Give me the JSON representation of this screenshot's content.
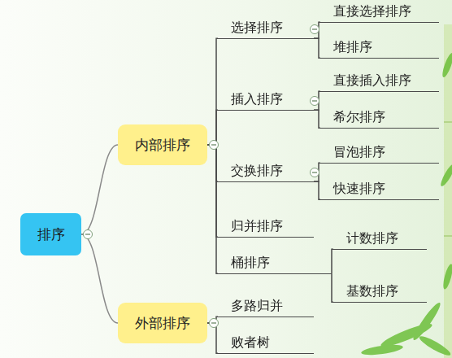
{
  "diagram": {
    "nodes": [
      {
        "text": [
          "排序"
        ]
      },
      {
        "text": [
          "内部排序"
        ]
      },
      {
        "text": [
          "选择排序"
        ]
      },
      {
        "text": [
          "直接选择排序"
        ]
      },
      {
        "text": [
          "堆排序"
        ]
      },
      {
        "text": [
          "插入排序"
        ]
      },
      {
        "text": [
          "直接插入排序"
        ]
      },
      {
        "text": [
          "希尔排序"
        ]
      },
      {
        "text": [
          "交换排序"
        ]
      },
      {
        "text": [
          "冒泡排序"
        ]
      },
      {
        "text": [
          "快速排序"
        ]
      },
      {
        "text": [
          "归并排序"
        ]
      },
      {
        "text": [
          "桶排序"
        ]
      },
      {
        "text": [
          "计数排序"
        ]
      },
      {
        "text": [
          "基数排序"
        ]
      },
      {
        "text": [
          "外部排序"
        ]
      },
      {
        "text": [
          "多路归并"
        ]
      },
      {
        "text": [
          "败者树"
        ]
      }
    ],
    "edges": [
      {
        "from": 0,
        "to": 1,
        "arrow": "none"
      },
      {
        "from": 0,
        "to": 15,
        "arrow": "none"
      },
      {
        "from": 1,
        "to": 2,
        "arrow": "none"
      },
      {
        "from": 1,
        "to": 5,
        "arrow": "none"
      },
      {
        "from": 1,
        "to": 8,
        "arrow": "none"
      },
      {
        "from": 1,
        "to": 11,
        "arrow": "none"
      },
      {
        "from": 1,
        "to": 12,
        "arrow": "none"
      },
      {
        "from": 2,
        "to": 3,
        "arrow": "none"
      },
      {
        "from": 2,
        "to": 4,
        "arrow": "none"
      },
      {
        "from": 5,
        "to": 6,
        "arrow": "none"
      },
      {
        "from": 5,
        "to": 7,
        "arrow": "none"
      },
      {
        "from": 8,
        "to": 9,
        "arrow": "none"
      },
      {
        "from": 8,
        "to": 10,
        "arrow": "none"
      },
      {
        "from": 12,
        "to": 13,
        "arrow": "none"
      },
      {
        "from": 12,
        "to": 14,
        "arrow": "none"
      },
      {
        "from": 15,
        "to": 16,
        "arrow": "none"
      },
      {
        "from": 15,
        "to": 17,
        "arrow": "none"
      }
    ]
  }
}
